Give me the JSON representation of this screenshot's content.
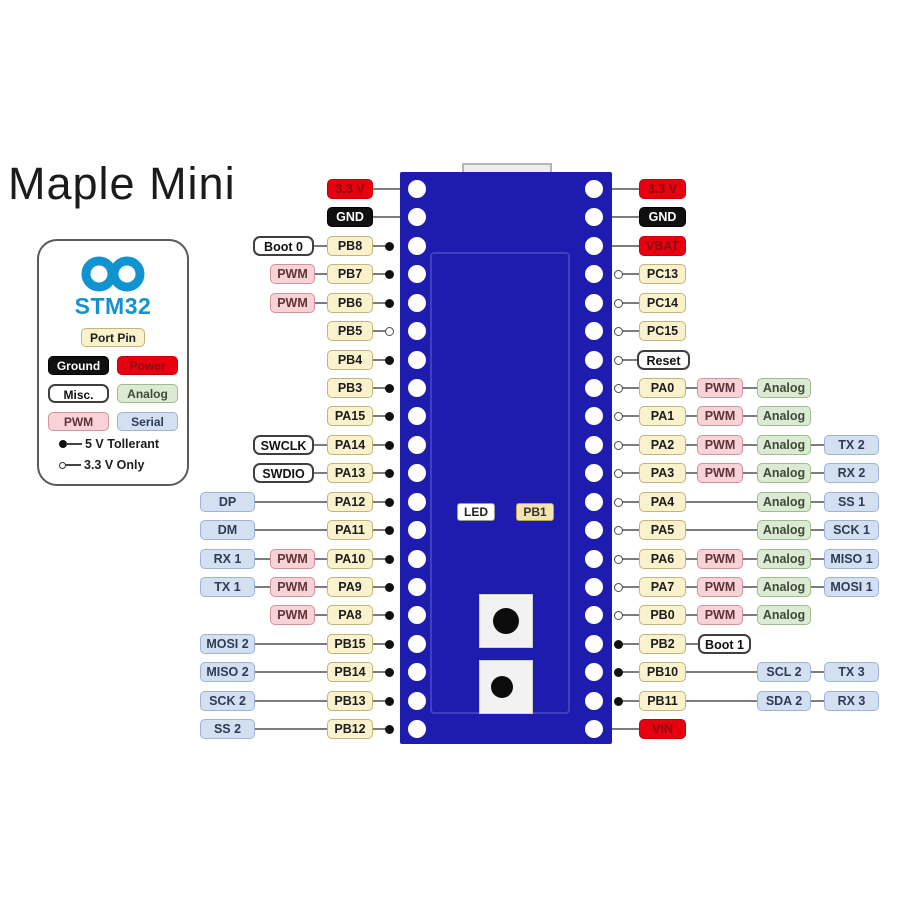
{
  "title": "Maple Mini",
  "legend": {
    "brand": "STM32",
    "port_pin": "Port Pin",
    "ground": "Ground",
    "power": "Power",
    "misc": "Misc.",
    "analog": "Analog",
    "pwm": "PWM",
    "serial": "Serial",
    "tolerant_5v": "5 V Tollerant",
    "only_3v3": "3.3 V Only"
  },
  "board": {
    "led_label": "LED",
    "pb1_label": "PB1"
  },
  "colors": {
    "board_blue": "#1d1caf",
    "power_red": "#e8000f",
    "ground_black": "#101010",
    "port_pin_yellow": "#faf2cd",
    "pwm_pink": "#f7d3d7",
    "analog_green": "#dcead4",
    "serial_blue": "#d3e0f2",
    "logo_blue": "#1193cf"
  },
  "pins": {
    "left": [
      {
        "label": "3.3 V",
        "style": "power",
        "dot": "none",
        "extras": []
      },
      {
        "label": "GND",
        "style": "ground",
        "dot": "none",
        "extras": []
      },
      {
        "label": "PB8",
        "style": "pin",
        "dot": "filled",
        "extras": [
          {
            "label": "Boot 0",
            "style": "misc",
            "col": "c2m"
          }
        ]
      },
      {
        "label": "PB7",
        "style": "pin",
        "dot": "filled",
        "extras": [
          {
            "label": "PWM",
            "style": "pwm",
            "col": "c2"
          }
        ]
      },
      {
        "label": "PB6",
        "style": "pin",
        "dot": "filled",
        "extras": [
          {
            "label": "PWM",
            "style": "pwm",
            "col": "c2"
          }
        ]
      },
      {
        "label": "PB5",
        "style": "pin",
        "dot": "open",
        "extras": []
      },
      {
        "label": "PB4",
        "style": "pin",
        "dot": "filled",
        "extras": []
      },
      {
        "label": "PB3",
        "style": "pin",
        "dot": "filled",
        "extras": []
      },
      {
        "label": "PA15",
        "style": "pin",
        "dot": "filled",
        "extras": []
      },
      {
        "label": "PA14",
        "style": "pin",
        "dot": "filled",
        "extras": [
          {
            "label": "SWCLK",
            "style": "misc",
            "col": "c2m"
          }
        ]
      },
      {
        "label": "PA13",
        "style": "pin",
        "dot": "filled",
        "extras": [
          {
            "label": "SWDIO",
            "style": "misc",
            "col": "c2m"
          }
        ]
      },
      {
        "label": "PA12",
        "style": "pin",
        "dot": "filled",
        "extras": [
          {
            "label": "DP",
            "style": "serial",
            "col": "c3"
          }
        ]
      },
      {
        "label": "PA11",
        "style": "pin",
        "dot": "filled",
        "extras": [
          {
            "label": "DM",
            "style": "serial",
            "col": "c3"
          }
        ]
      },
      {
        "label": "PA10",
        "style": "pin",
        "dot": "filled",
        "extras": [
          {
            "label": "PWM",
            "style": "pwm",
            "col": "c2"
          },
          {
            "label": "RX 1",
            "style": "serial",
            "col": "c3"
          }
        ]
      },
      {
        "label": "PA9",
        "style": "pin",
        "dot": "filled",
        "extras": [
          {
            "label": "PWM",
            "style": "pwm",
            "col": "c2"
          },
          {
            "label": "TX 1",
            "style": "serial",
            "col": "c3"
          }
        ]
      },
      {
        "label": "PA8",
        "style": "pin",
        "dot": "filled",
        "extras": [
          {
            "label": "PWM",
            "style": "pwm",
            "col": "c2"
          }
        ]
      },
      {
        "label": "PB15",
        "style": "pin",
        "dot": "filled",
        "extras": [
          {
            "label": "MOSI 2",
            "style": "serial",
            "col": "c3"
          }
        ]
      },
      {
        "label": "PB14",
        "style": "pin",
        "dot": "filled",
        "extras": [
          {
            "label": "MISO 2",
            "style": "serial",
            "col": "c3"
          }
        ]
      },
      {
        "label": "PB13",
        "style": "pin",
        "dot": "filled",
        "extras": [
          {
            "label": "SCK 2",
            "style": "serial",
            "col": "c3"
          }
        ]
      },
      {
        "label": "PB12",
        "style": "pin",
        "dot": "filled",
        "extras": [
          {
            "label": "SS 2",
            "style": "serial",
            "col": "c3"
          }
        ]
      }
    ],
    "right": [
      {
        "label": "3.3 V",
        "style": "power",
        "dot": "none",
        "extras": []
      },
      {
        "label": "GND",
        "style": "ground",
        "dot": "none",
        "extras": []
      },
      {
        "label": "VBAT",
        "style": "power",
        "dot": "none",
        "extras": []
      },
      {
        "label": "PC13",
        "style": "pin",
        "dot": "open",
        "extras": []
      },
      {
        "label": "PC14",
        "style": "pin",
        "dot": "open",
        "extras": []
      },
      {
        "label": "PC15",
        "style": "pin",
        "dot": "open",
        "extras": []
      },
      {
        "label": "Reset",
        "style": "misc",
        "dot": "open",
        "extras": []
      },
      {
        "label": "PA0",
        "style": "pin",
        "dot": "open",
        "extras": [
          {
            "label": "PWM",
            "style": "pwm",
            "col": "c2"
          },
          {
            "label": "Analog",
            "style": "analog",
            "col": "c3"
          }
        ]
      },
      {
        "label": "PA1",
        "style": "pin",
        "dot": "open",
        "extras": [
          {
            "label": "PWM",
            "style": "pwm",
            "col": "c2"
          },
          {
            "label": "Analog",
            "style": "analog",
            "col": "c3"
          }
        ]
      },
      {
        "label": "PA2",
        "style": "pin",
        "dot": "open",
        "extras": [
          {
            "label": "PWM",
            "style": "pwm",
            "col": "c2"
          },
          {
            "label": "Analog",
            "style": "analog",
            "col": "c3"
          },
          {
            "label": "TX 2",
            "style": "serial",
            "col": "c4"
          }
        ]
      },
      {
        "label": "PA3",
        "style": "pin",
        "dot": "open",
        "extras": [
          {
            "label": "PWM",
            "style": "pwm",
            "col": "c2"
          },
          {
            "label": "Analog",
            "style": "analog",
            "col": "c3"
          },
          {
            "label": "RX 2",
            "style": "serial",
            "col": "c4"
          }
        ]
      },
      {
        "label": "PA4",
        "style": "pin",
        "dot": "open",
        "extras": [
          {
            "label": "Analog",
            "style": "analog",
            "col": "c3"
          },
          {
            "label": "SS 1",
            "style": "serial",
            "col": "c4"
          }
        ]
      },
      {
        "label": "PA5",
        "style": "pin",
        "dot": "open",
        "extras": [
          {
            "label": "Analog",
            "style": "analog",
            "col": "c3"
          },
          {
            "label": "SCK 1",
            "style": "serial",
            "col": "c4"
          }
        ]
      },
      {
        "label": "PA6",
        "style": "pin",
        "dot": "open",
        "extras": [
          {
            "label": "PWM",
            "style": "pwm",
            "col": "c2"
          },
          {
            "label": "Analog",
            "style": "analog",
            "col": "c3"
          },
          {
            "label": "MISO 1",
            "style": "serial",
            "col": "c4"
          }
        ]
      },
      {
        "label": "PA7",
        "style": "pin",
        "dot": "open",
        "extras": [
          {
            "label": "PWM",
            "style": "pwm",
            "col": "c2"
          },
          {
            "label": "Analog",
            "style": "analog",
            "col": "c3"
          },
          {
            "label": "MOSI 1",
            "style": "serial",
            "col": "c4"
          }
        ]
      },
      {
        "label": "PB0",
        "style": "pin",
        "dot": "open",
        "extras": [
          {
            "label": "PWM",
            "style": "pwm",
            "col": "c2"
          },
          {
            "label": "Analog",
            "style": "analog",
            "col": "c3"
          }
        ]
      },
      {
        "label": "PB2",
        "style": "pin",
        "dot": "filled",
        "extras": [
          {
            "label": "Boot 1",
            "style": "misc",
            "col": "c2m"
          }
        ]
      },
      {
        "label": "PB10",
        "style": "pin",
        "dot": "filled",
        "extras": [
          {
            "label": "SCL 2",
            "style": "serial",
            "col": "c3"
          },
          {
            "label": "TX 3",
            "style": "serial",
            "col": "c4"
          }
        ]
      },
      {
        "label": "PB11",
        "style": "pin",
        "dot": "filled",
        "extras": [
          {
            "label": "SDA 2",
            "style": "serial",
            "col": "c3"
          },
          {
            "label": "RX 3",
            "style": "serial",
            "col": "c4"
          }
        ]
      },
      {
        "label": "VIN",
        "style": "power",
        "dot": "none",
        "extras": []
      }
    ]
  }
}
